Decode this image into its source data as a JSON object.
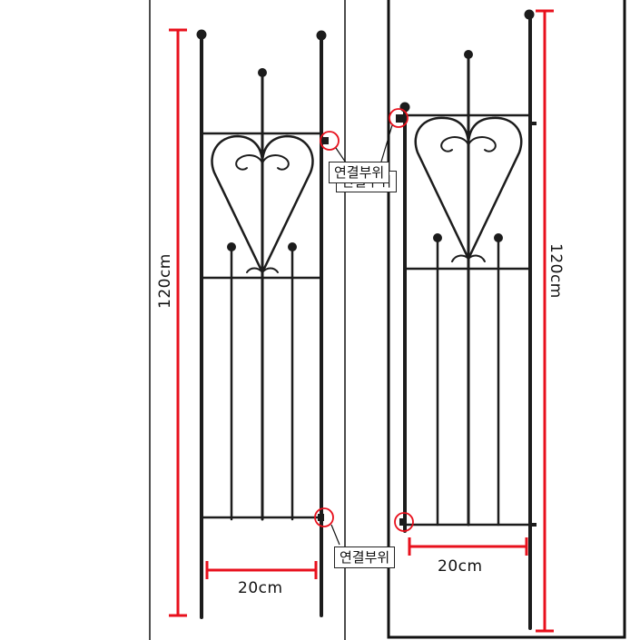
{
  "left_panel": {
    "height_label": "120cm",
    "width_label": "20cm",
    "joint_label_top": "연결부위",
    "joint_label_bottom": "연결부위"
  },
  "right_panel": {
    "height_label": "120cm",
    "width_label": "20cm",
    "joint_label": "연결부위"
  },
  "colors": {
    "dimension_line": "#e8101c",
    "metal": "#1c1c1c",
    "frame_border": "#111111"
  }
}
